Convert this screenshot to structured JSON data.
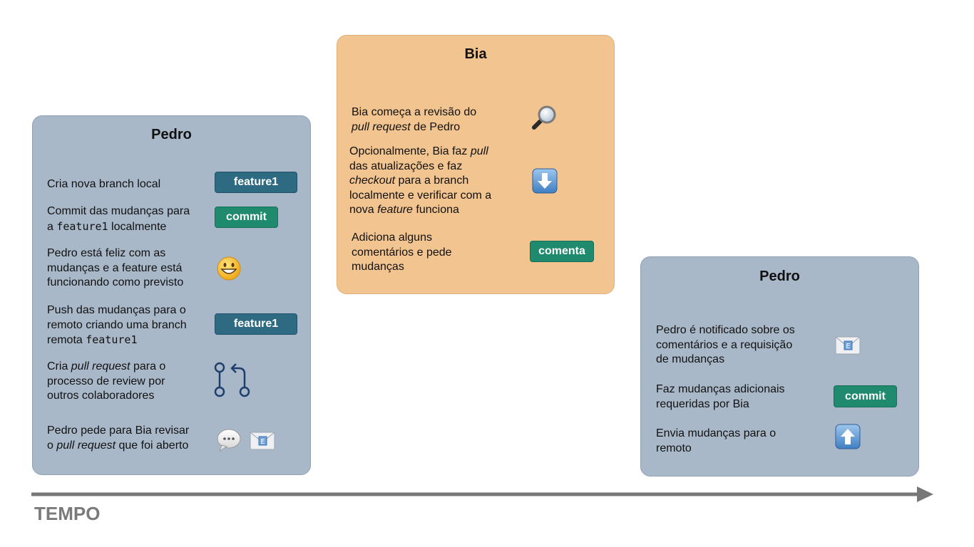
{
  "left_panel": {
    "title": "Pedro",
    "steps": [
      {
        "text": "Cria nova branch local",
        "tag": "feature1"
      },
      {
        "line1": "Commit das mudanças para",
        "pre": "a ",
        "code": "feature1",
        "post": " localmente",
        "tag": "commit"
      },
      {
        "lines": [
          "Pedro está feliz com as",
          "mudanças e a feature está",
          "funcionando como previsto"
        ]
      },
      {
        "lines": [
          "Push das mudanças para o",
          "remoto criando uma branch"
        ],
        "pre": "remota ",
        "code": "feature1",
        "tag": "feature1"
      },
      {
        "pre": "Cria ",
        "em": "pull request",
        "post": " para o",
        "lines": [
          "processo de review por",
          "outros colaboradores"
        ]
      },
      {
        "line1": "Pedro pede para Bia revisar",
        "pre": "o ",
        "em": "pull request",
        "post": " que foi aberto"
      }
    ]
  },
  "middle_panel": {
    "title": "Bia",
    "step1": {
      "line1": "Bia começa a revisão do",
      "em": "pull request",
      "post": " de Pedro"
    },
    "step2": {
      "pre": "Opcionalmente, Bia faz ",
      "em1": "pull",
      "line2": "das atualizações e faz",
      "em2": "checkout",
      "post2": " para a branch",
      "line4": "localmente e verificar com a",
      "pre5": "nova ",
      "em3": "feature",
      "post5": " funciona"
    },
    "step3": {
      "lines": [
        "Adiciona alguns",
        "comentários e pede",
        "mudanças"
      ],
      "tag": "comenta"
    }
  },
  "right_panel": {
    "title": "Pedro",
    "step1": {
      "lines": [
        "Pedro é notificado sobre os",
        "comentários e a requisição",
        "de mudanças"
      ]
    },
    "step2": {
      "lines": [
        "Faz mudanças adicionais",
        "requeridas por Bia"
      ],
      "tag": "commit"
    },
    "step3": {
      "lines": [
        "Envia mudanças para o",
        "remoto"
      ]
    }
  },
  "timeline": {
    "label": "TEMPO"
  },
  "colors": {
    "blue_panel": "#a9b8c9",
    "orange_panel": "#f2c48f",
    "branch_tag": "#2e6b83",
    "commit_tag": "#1f8a6e",
    "arrow": "#777777"
  },
  "icons": [
    "smiley-icon",
    "pull-request-icon",
    "speech-bubble-icon",
    "envelope-icon",
    "magnifier-icon",
    "download-arrow-icon",
    "upload-arrow-icon"
  ]
}
